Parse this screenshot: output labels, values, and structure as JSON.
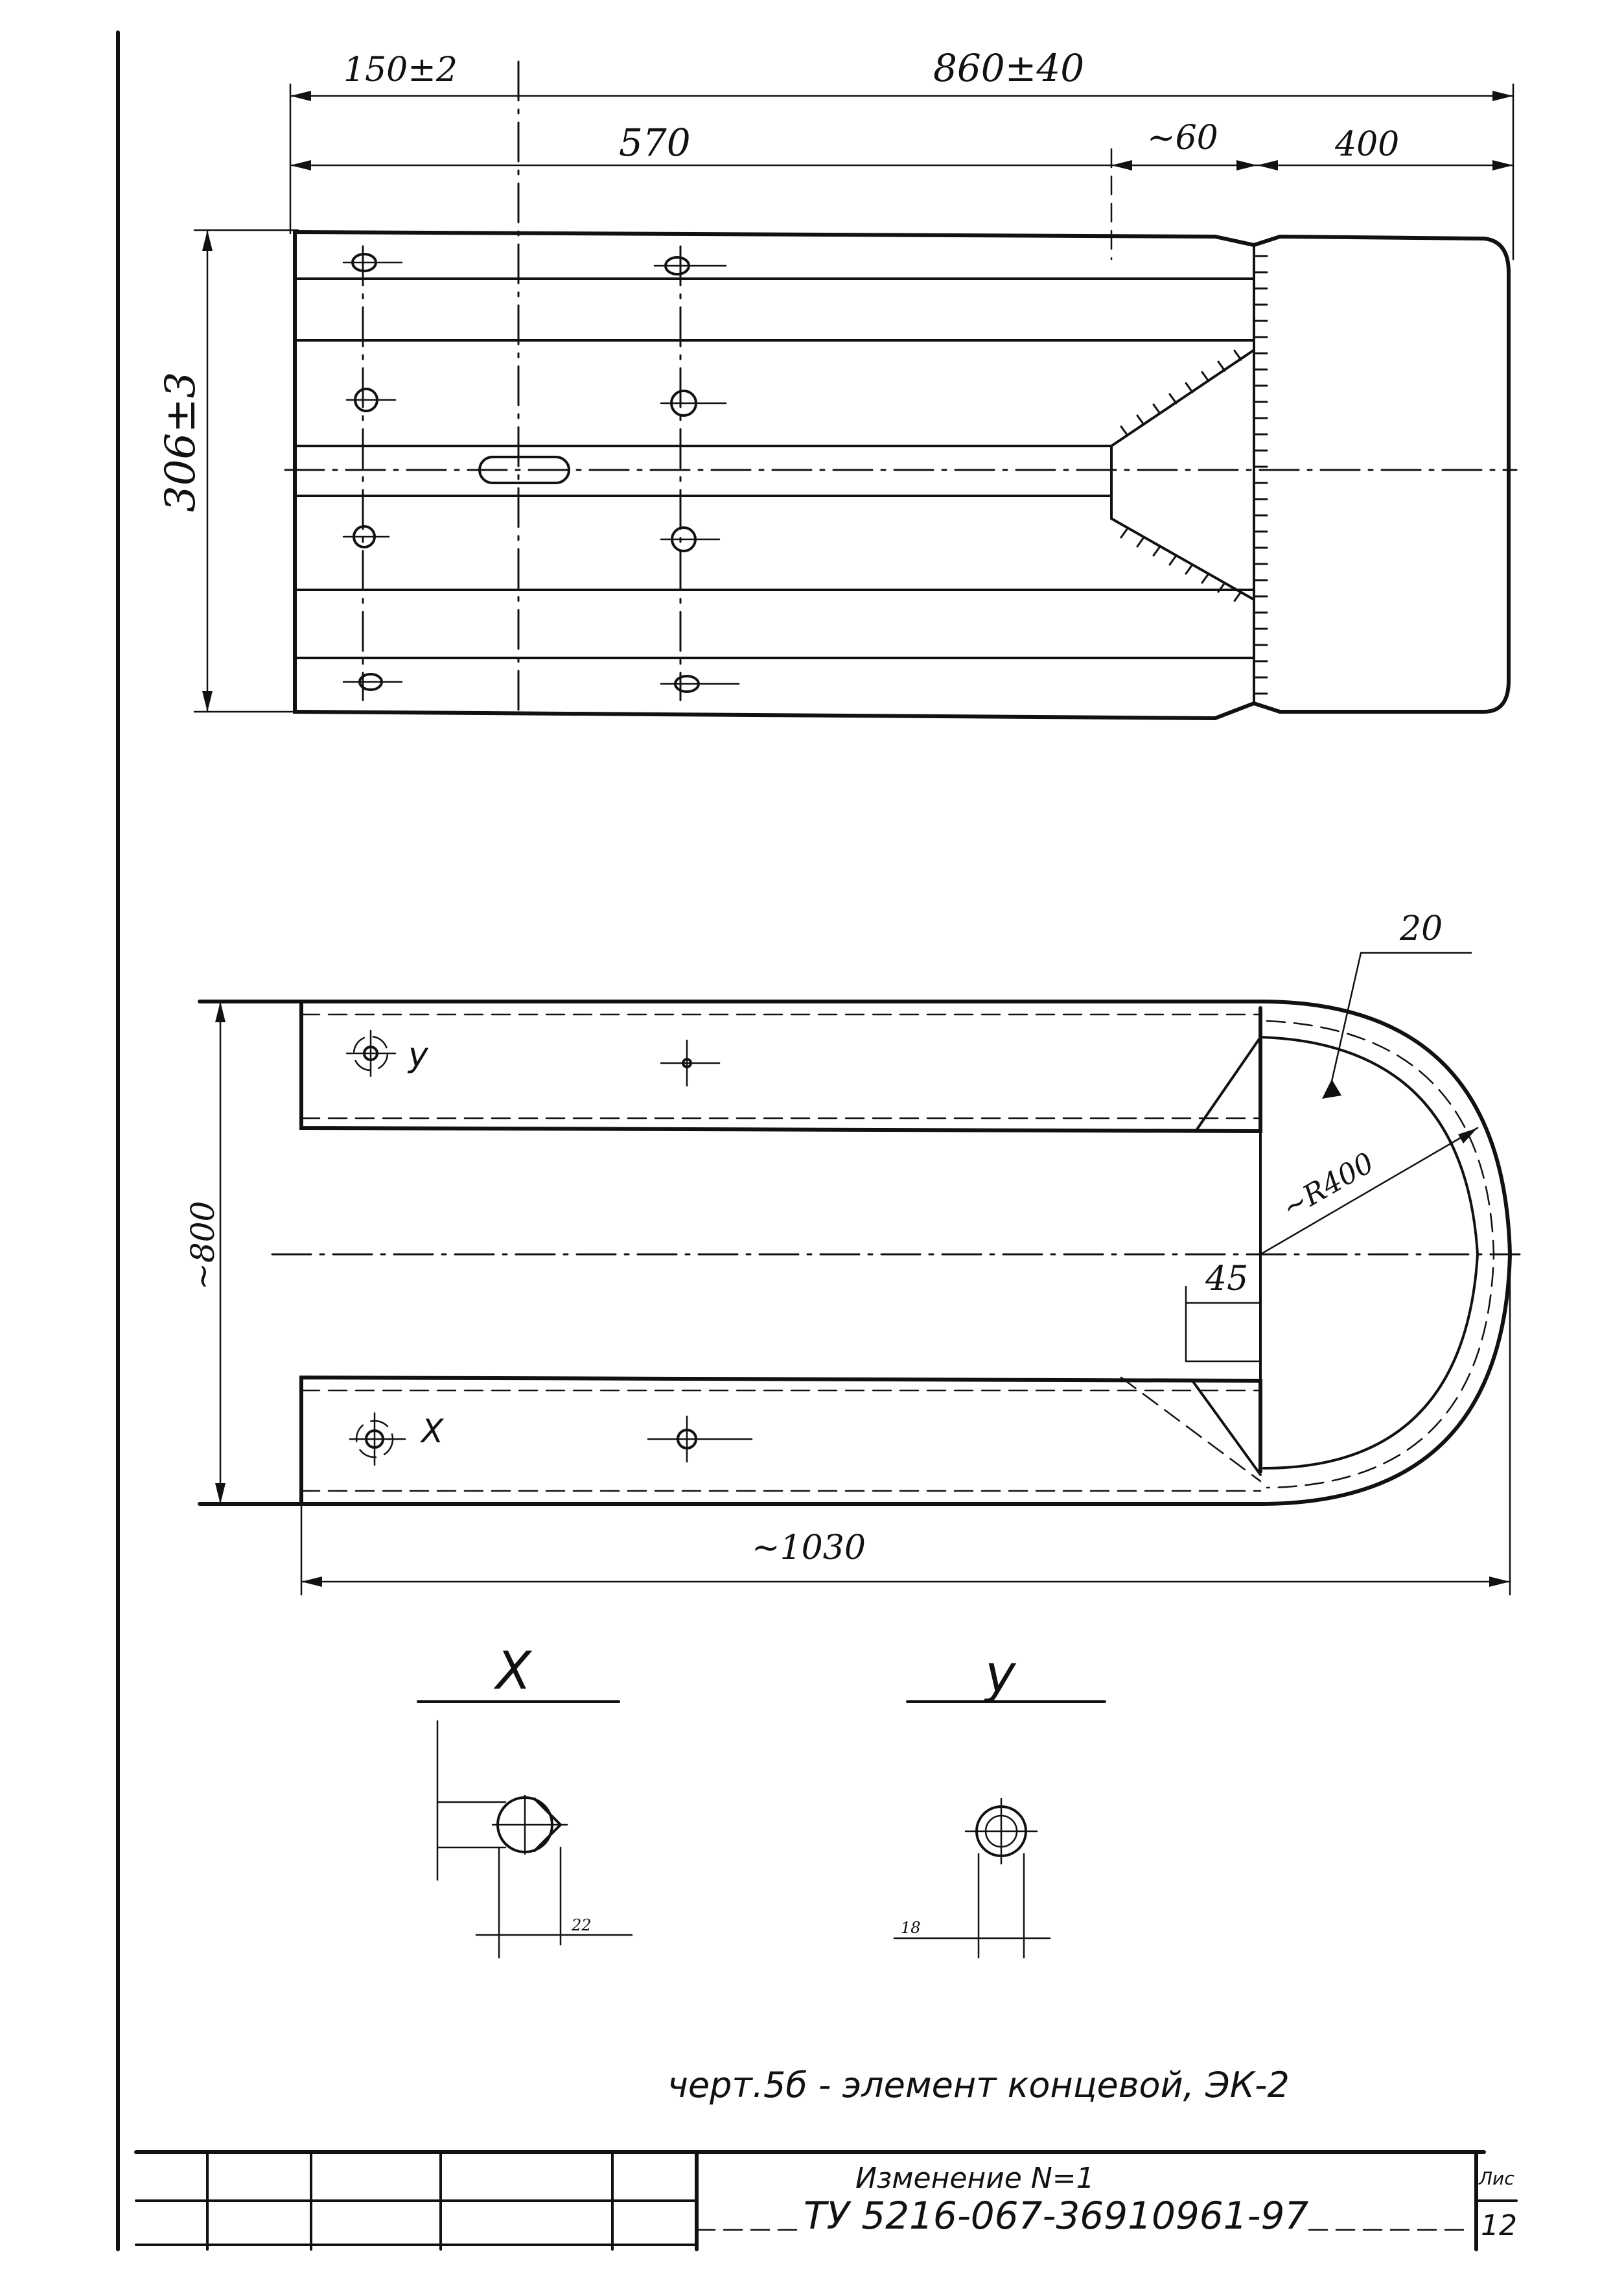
{
  "top_view": {
    "dim_150": "150±2",
    "dim_860": "860±40",
    "dim_570": "570",
    "dim_60": "~60",
    "dim_400": "400",
    "dim_306": "306±3"
  },
  "plan_view": {
    "dim_20": "20",
    "dim_radius": "~R400",
    "dim_45": "45",
    "dim_800": "~800",
    "dim_1030": "~1030",
    "mark_y": "y",
    "mark_x": "X"
  },
  "details": {
    "x_title": "X",
    "y_title": "y",
    "x_dim": "22",
    "y_dim": "18"
  },
  "caption": "черт.5б - элемент концевой, ЭК-2",
  "title_block": {
    "change": "Изменение N=1",
    "doc_number": "ТУ 5216-067-36910961-97",
    "sheet_label": "Лис",
    "sheet_number": "12"
  }
}
